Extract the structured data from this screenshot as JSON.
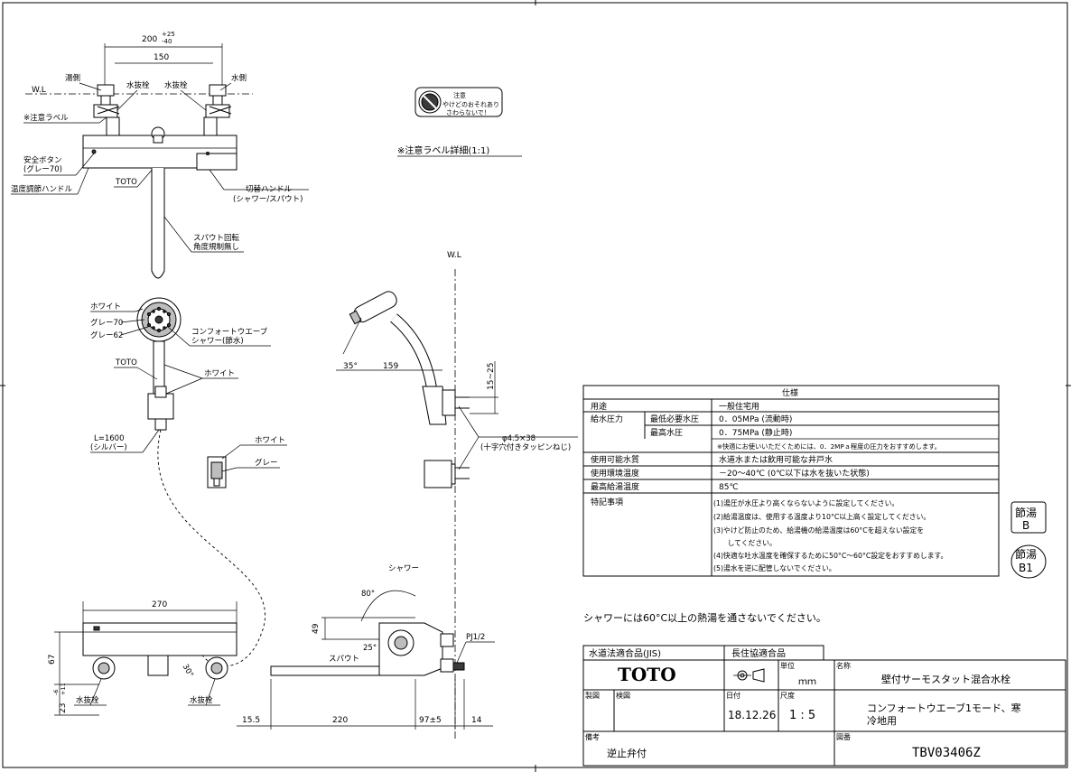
{
  "note_label": {
    "caution_title": "注意",
    "caution_line1": "やけどのおそれあり",
    "caution_line2": "さわらないで！",
    "detail_caption": "※注意ラベル詳細(1:1)"
  },
  "front_view": {
    "dim_overall": "200",
    "dim_tol_upper": "+25",
    "dim_tol_lower": "-40",
    "dim_center": "150",
    "wl": "W.L",
    "hot_side": "湯側",
    "cold_side": "水側",
    "drain_plug_left": "水抜栓",
    "drain_plug_right": "水抜栓",
    "caution_label": "※注意ラベル",
    "safety_button": "安全ボタン",
    "safety_button_color": "(グレー70)",
    "temp_handle": "温度調節ハンドル",
    "toto_mark": "TOTO",
    "switch_handle": "切替ハンドル",
    "switch_handle_modes": "(シャワー/スパウト)",
    "spout_rotation_1": "スパウト回転",
    "spout_rotation_2": "角度規制無し"
  },
  "shower": {
    "white": "ホワイト",
    "gray70": "グレー70",
    "gray62": "グレー62",
    "model_1": "コンフォートウエーブ",
    "model_2": "シャワー(節水)",
    "toto": "TOTO",
    "white2": "ホワイト",
    "hose_length": "L=1600",
    "hose_color": "(シルバー)",
    "holder_white": "ホワイト",
    "holder_gray": "グレー"
  },
  "side_view": {
    "wl": "W.L",
    "angle": "35°",
    "dim_159": "159",
    "dim_15_25": "15~25",
    "screw_1": "φ4.5×38",
    "screw_2": "(十字穴付きタッピンねじ)",
    "shower_label": "シャワー",
    "angle_80": "80°",
    "angle_25": "25°",
    "dim_49": "49",
    "spout": "スパウト",
    "pj": "PJ1/2",
    "dim_15_5": "15.5",
    "dim_220": "220",
    "dim_97": "97±5",
    "dim_14": "14"
  },
  "bottom_view": {
    "dim_270": "270",
    "dim_67": "67",
    "dim_23": "23",
    "dim_23_tol_upper": "+11",
    "dim_23_tol_lower": "-6",
    "angle_30": "30°",
    "drain_left": "水抜栓",
    "drain_right": "水抜栓"
  },
  "spec_table": {
    "title": "仕様",
    "rows": [
      {
        "label": "用途",
        "sub": "",
        "value": "一般住宅用"
      },
      {
        "label": "給水圧力",
        "sub": "最低必要水圧",
        "value": "0．05MPa (流動時)"
      },
      {
        "label": "",
        "sub": "最高水圧",
        "value": "0．75MPa (静止時)"
      },
      {
        "label": "",
        "sub": "",
        "value": "※快適にお使いいただくためには、0．2MPａ程度の圧力をおすすめします。"
      },
      {
        "label": "使用可能水質",
        "sub": "",
        "value": "水道水または飲用可能な井戸水"
      },
      {
        "label": "使用環境温度",
        "sub": "",
        "value": "－20～40℃ (0℃以下は水を抜いた状態)"
      },
      {
        "label": "最高給湯温度",
        "sub": "",
        "value": "85℃"
      }
    ],
    "features_label": "特記事項",
    "features": [
      "(1)湯圧が水圧より高くならないように設定してください。",
      "(2)給湯温度は、使用する温度より10°C以上高く設定してください。",
      "(3)やけど防止のため、給湯機の給湯温度は60°Cを超えない設定を",
      "　　してください。",
      "(4)快適な吐水温度を確保するために50°C～60°C設定をおすすめします。",
      "(5)湯水を逆に配管しないでください。"
    ]
  },
  "badges": {
    "b1_top": "節湯",
    "b1_bottom": "B",
    "b2_top": "節湯",
    "b2_bottom": "B1"
  },
  "warning_note": "シャワーには60°C以上の熱湯を通さないでください。",
  "title_block": {
    "jis": "水道法適合品(JIS)",
    "chojyu": "長住協適合品",
    "brand": "TOTO",
    "unit_label": "単位",
    "unit_value": "ｍｍ",
    "name_label": "名称",
    "name_value": "壁付サーモスタット混合水栓",
    "made_label": "製図",
    "check_label": "検図",
    "date_label": "日付",
    "date_value": "18.12.26",
    "scale_label": "尺度",
    "scale_value": "1 : 5",
    "model_desc_1": "コンフォートウエーブ1モード、寒",
    "model_desc_2": "冷地用",
    "note_label": "備考",
    "note_value": "逆止弁付",
    "drawing_no_label": "図番",
    "drawing_no_value": "TBV03406Z"
  }
}
